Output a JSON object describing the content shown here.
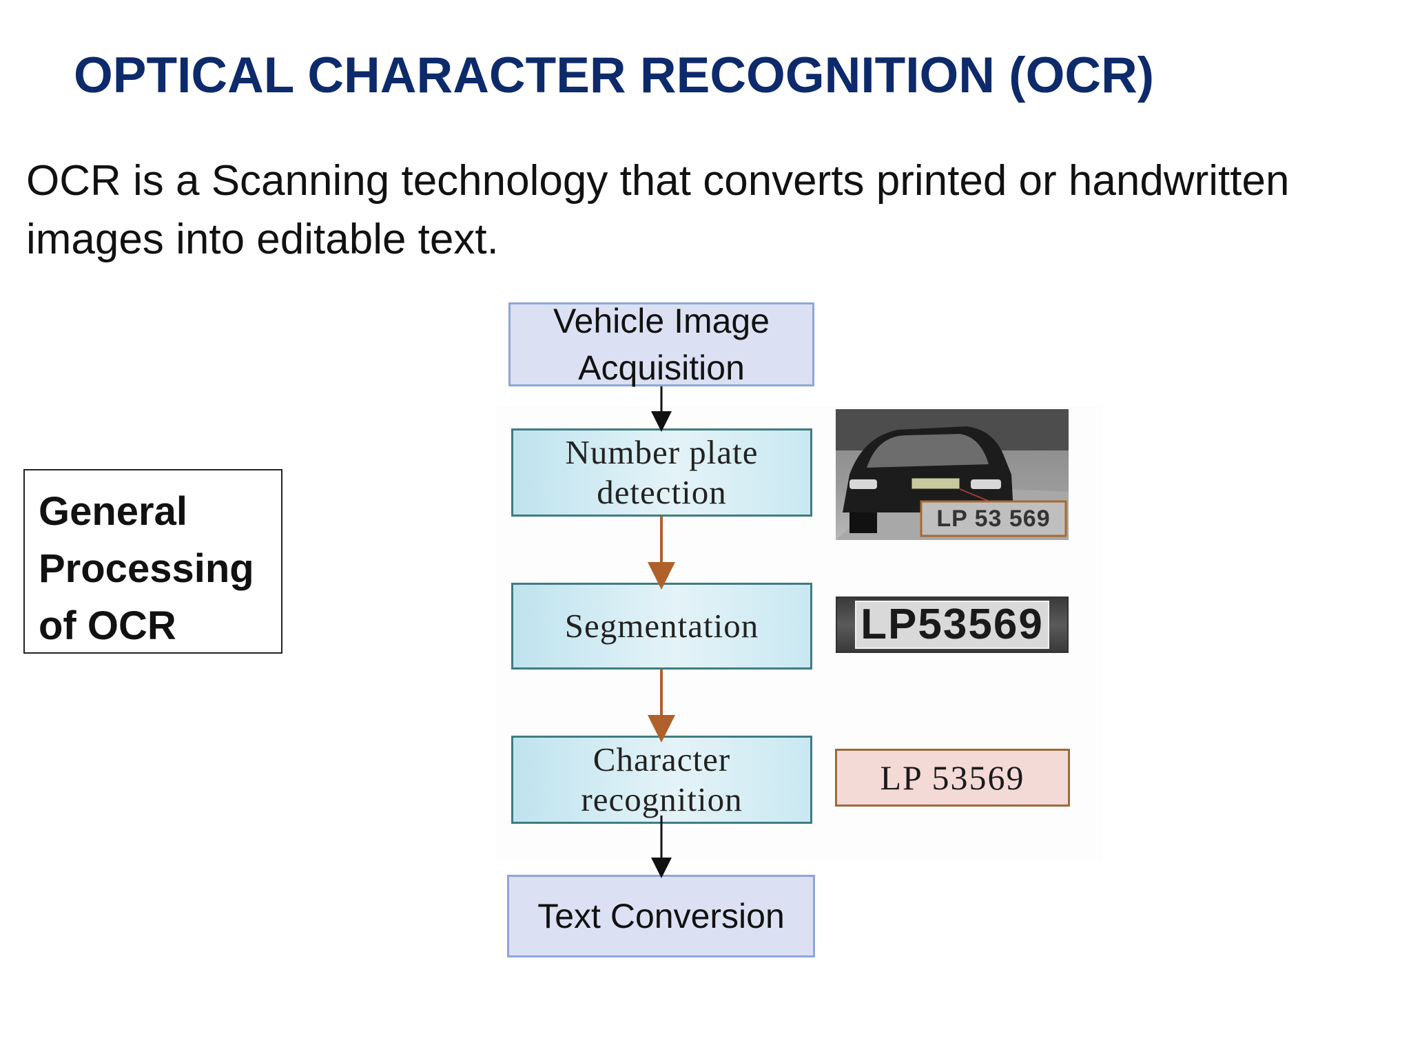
{
  "slide": {
    "title": "OPTICAL CHARACTER RECOGNITION (OCR)",
    "intro": "OCR is a Scanning technology that converts printed or handwritten images into editable text."
  },
  "side_label": {
    "lines": [
      "General",
      "Processing",
      "of OCR"
    ]
  },
  "flow": {
    "acquisition": [
      "Vehicle Image",
      "Acquisition"
    ],
    "detection": [
      "Number plate",
      "detection"
    ],
    "segmentation": [
      "Segmentation"
    ],
    "recognition": [
      "Character",
      "recognition"
    ],
    "conversion": [
      "Text Conversion"
    ]
  },
  "samples": {
    "car_plate": "LP 53 569",
    "segmented_plate": "LP53569",
    "recognized_text": "LP 53569"
  },
  "colors": {
    "title": "#0d2a6b",
    "lavender_box": "#dbe1f3",
    "lavender_border": "#8ea6d9",
    "teal_box": "#cfeaf2",
    "teal_border": "#3f7c80",
    "brown_arrow": "#b0602a",
    "result_fill": "#f4dad7"
  }
}
